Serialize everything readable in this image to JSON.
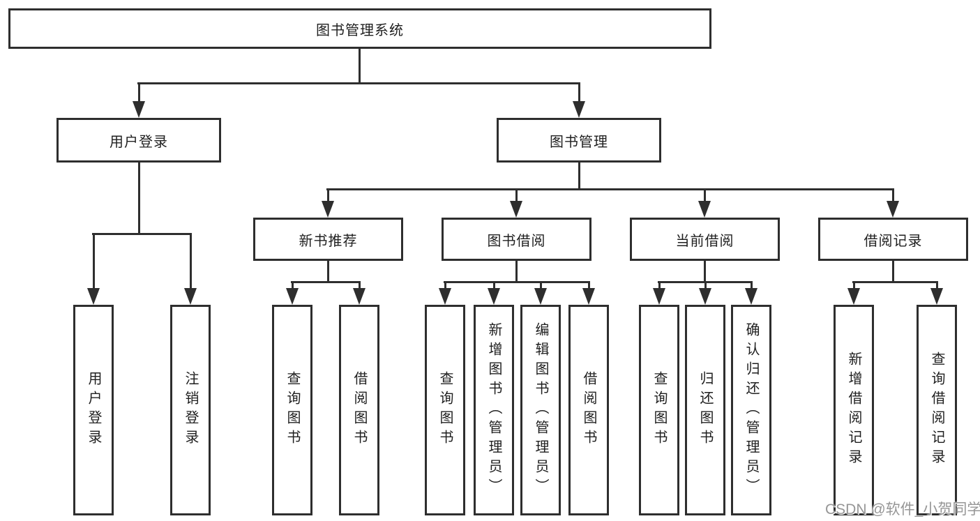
{
  "tree": {
    "label": "图书管理系统",
    "children": [
      {
        "label": "用户登录",
        "children": [
          {
            "label": "用户登录"
          },
          {
            "label": "注销登录"
          }
        ]
      },
      {
        "label": "图书管理",
        "children": [
          {
            "label": "新书推荐",
            "children": [
              {
                "label": "查询图书"
              },
              {
                "label": "借阅图书"
              }
            ]
          },
          {
            "label": "图书借阅",
            "children": [
              {
                "label": "查询图书"
              },
              {
                "label": "新增图书（管理员）"
              },
              {
                "label": "编辑图书（管理员）"
              },
              {
                "label": "借阅图书"
              }
            ]
          },
          {
            "label": "当前借阅",
            "children": [
              {
                "label": "查询图书"
              },
              {
                "label": "归还图书"
              },
              {
                "label": "确认归还（管理员）"
              }
            ]
          },
          {
            "label": "借阅记录",
            "children": [
              {
                "label": "新增借阅记录"
              },
              {
                "label": "查询借阅记录"
              }
            ]
          }
        ]
      }
    ]
  },
  "watermark": {
    "text": "CSDN @软件_小贺同学"
  },
  "colors": {
    "line": "#2e2e2e",
    "text": "#1f1f1f",
    "watermark": "#969696",
    "background": "#ffffff"
  }
}
